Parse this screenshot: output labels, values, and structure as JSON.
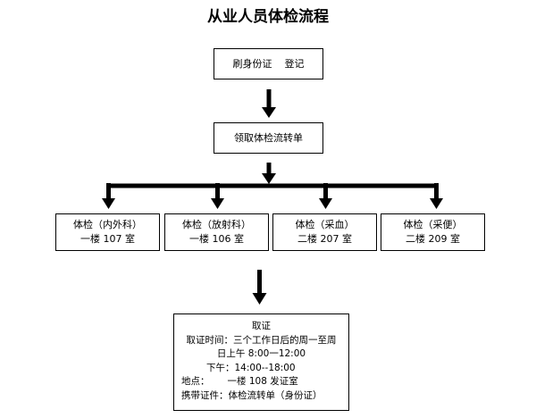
{
  "title": "从业人员体检流程",
  "step1": {
    "label": "刷身份证    登记"
  },
  "step2": {
    "label": "领取体检流转单"
  },
  "exams": [
    {
      "name": "体检（内外科）",
      "location": "一楼 107 室"
    },
    {
      "name": "体检（放射科）",
      "location": "一楼 106 室"
    },
    {
      "name": "体检（采血）",
      "location": "二楼 207 室"
    },
    {
      "name": "体检（采便）",
      "location": "二楼 209 室"
    }
  ],
  "final": {
    "heading": "取证",
    "time_line": "取证时间：三个工作日后的周一至周",
    "morning": "日上午 8:00一12:00",
    "afternoon": "下午：14:00--18:00",
    "place": "地点：      一楼 108 发证室",
    "bring": "携带证件：体检流转单（身份证）"
  }
}
